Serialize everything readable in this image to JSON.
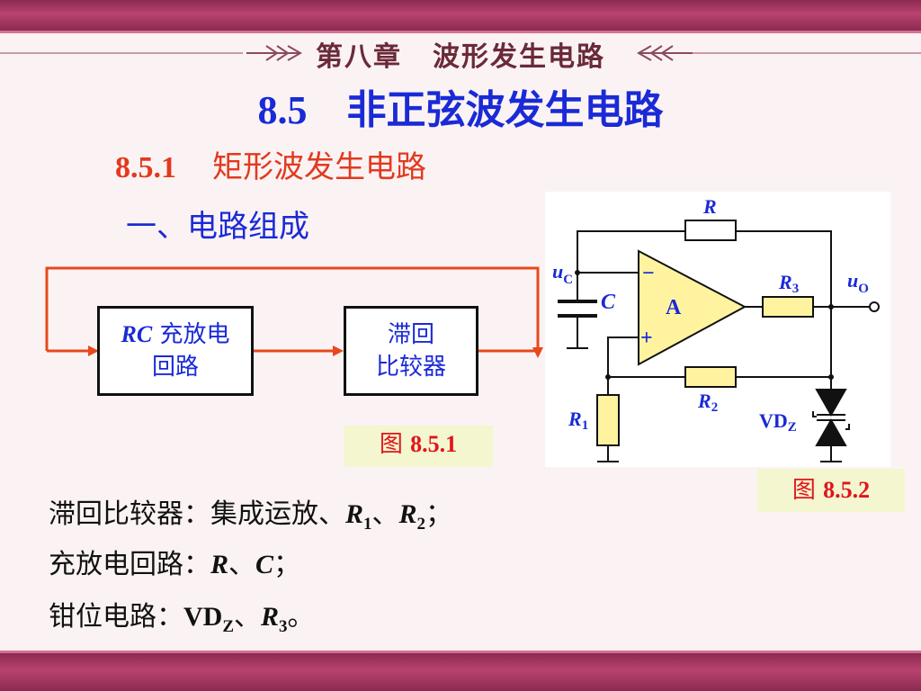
{
  "header": {
    "chapter_label": "第八章",
    "chapter_title": "波形发生电路"
  },
  "section": {
    "number": "8.5",
    "title": "非正弦波发生电路"
  },
  "subsection": {
    "number": "8.5.1",
    "title": "矩形波发生电路"
  },
  "subheading": "一、电路组成",
  "block_diagram": {
    "block1": {
      "italic": "RC",
      "text_line1": " 充放电",
      "text_line2": "回路"
    },
    "block2": {
      "line1": "滞回",
      "line2": "比较器"
    },
    "caption_prefix": "图",
    "caption_number": "8.5.1"
  },
  "circuit": {
    "caption_prefix": "图",
    "caption_number": "8.5.2",
    "labels": {
      "R": "R",
      "R3": "R",
      "R3_sub": "3",
      "R2": "R",
      "R2_sub": "2",
      "R1": "R",
      "R1_sub": "1",
      "C": "C",
      "uC": "u",
      "uC_sub": "C",
      "uO": "u",
      "uO_sub": "O",
      "opamp": "A",
      "minus": "−",
      "plus": "+",
      "VDZ": "VD",
      "VDZ_sub": "Z"
    }
  },
  "descriptions": [
    {
      "prefix": "滞回比较器：集成运放、",
      "a": "R",
      "a_sub": "1",
      "sep": "、",
      "b": "R",
      "b_sub": "2",
      "end": "；"
    },
    {
      "prefix": "充放电回路：",
      "a": "R",
      "sep": "、",
      "b": "C",
      "end": "；"
    },
    {
      "prefix": "钳位电路：",
      "a": "VD",
      "a_sub": "Z",
      "sep": "、",
      "b": "R",
      "b_sub": "3",
      "end": "。"
    }
  ],
  "colors": {
    "band": "#a63a64",
    "title_blue": "#1a2ad6",
    "subtitle_red": "#e23a1f",
    "caption_bg": "#f3f6cf",
    "feedback_orange": "#e8481c"
  }
}
